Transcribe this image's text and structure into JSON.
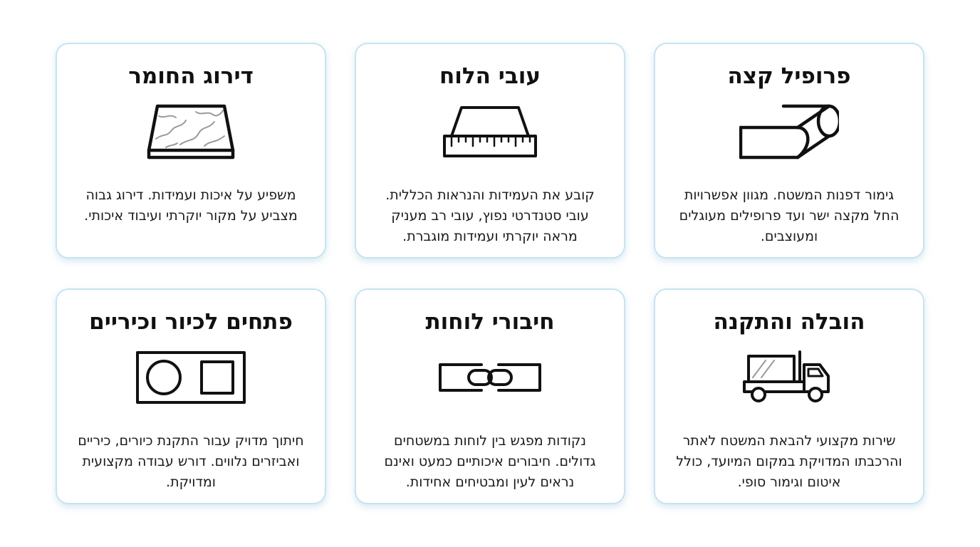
{
  "cards": [
    {
      "title": "פרופיל קצה",
      "description": "גימור דפנות המשטח. מגוון אפשרויות החל מקצה ישר ועד פרופילים מעוגלים ומעוצבים.",
      "icon": "edge-profile-icon"
    },
    {
      "title": "עובי הלוח",
      "description": "קובע את העמידות והנראות הכללית. עובי סטנדרטי נפוץ, עובי רב מעניק מראה יוקרתי ועמידות מוגברת.",
      "icon": "slab-thickness-icon"
    },
    {
      "title": "דירוג החומר",
      "description": "משפיע על איכות ועמידות. דירוג גבוה מצביע על מקור יוקרתי ועיבוד איכותי.",
      "icon": "marble-slab-icon"
    },
    {
      "title": "הובלה והתקנה",
      "description": "שירות מקצועי להבאת המשטח לאתר והרכבתו המדויקת במקום המיועד, כולל איטום וגימור סופי.",
      "icon": "truck-icon"
    },
    {
      "title": "חיבורי לוחות",
      "description": "נקודות מפגש בין לוחות במשטחים גדולים. חיבורים איכותיים כמעט ואינם נראים לעין ומבטיחים אחידות.",
      "icon": "link-icon"
    },
    {
      "title": "פתחים לכיור וכיריים",
      "description": "חיתוך מדויק עבור התקנת כיורים, כיריים ואביזרים נלווים. דורש עבודה מקצועית ומדויקת.",
      "icon": "cutouts-icon"
    }
  ]
}
